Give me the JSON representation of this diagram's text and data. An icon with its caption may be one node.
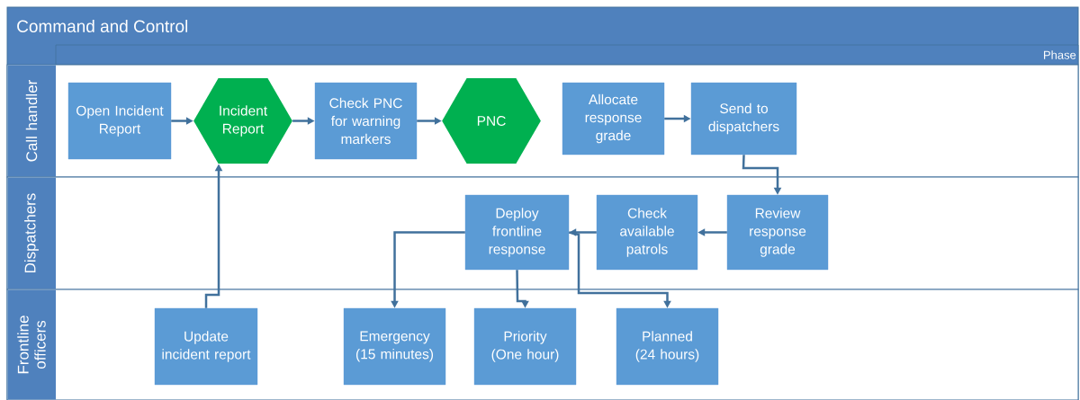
{
  "diagram": {
    "nodes": [
      {
        "text": [
          "Command and Control"
        ]
      },
      {
        "text": [
          "Phase"
        ],
        "in": 0
      },
      {
        "text": [
          "Call handler"
        ],
        "in": 0
      },
      {
        "text": [
          "Dispatchers"
        ],
        "in": 0
      },
      {
        "text": [
          "Frontline officers"
        ],
        "in": 0
      },
      {
        "text": [
          "Open Incident Report"
        ],
        "in": 2
      },
      {
        "text": [
          "Incident Report"
        ],
        "in": 2
      },
      {
        "text": [
          "Check PNC for warning markers"
        ],
        "in": 2
      },
      {
        "text": [
          "PNC"
        ],
        "in": 2
      },
      {
        "text": [
          "Allocate response grade"
        ],
        "in": 2
      },
      {
        "text": [
          "Send to dispatchers"
        ],
        "in": 2
      },
      {
        "text": [
          "Deploy frontline response"
        ],
        "in": 3
      },
      {
        "text": [
          "Check available patrols"
        ],
        "in": 3
      },
      {
        "text": [
          "Review response grade"
        ],
        "in": 3
      },
      {
        "text": [
          "Update incident report"
        ],
        "in": 4
      },
      {
        "text": [
          "Emergency (15 minutes)"
        ],
        "in": 4
      },
      {
        "text": [
          "Priority (One hour)"
        ],
        "in": 4
      },
      {
        "text": [
          "Planned (24 hours)"
        ],
        "in": 4
      }
    ],
    "edges": [
      {
        "from": 5,
        "to": 6,
        "arrow": "to"
      },
      {
        "from": 6,
        "to": 7,
        "arrow": "to"
      },
      {
        "from": 7,
        "to": 8,
        "arrow": "to"
      },
      {
        "from": 9,
        "to": 10,
        "arrow": "to"
      },
      {
        "from": 10,
        "to": 13,
        "arrow": "to"
      },
      {
        "from": 13,
        "to": 12,
        "arrow": "to"
      },
      {
        "from": 12,
        "to": 11,
        "arrow": "to"
      },
      {
        "from": 11,
        "to": 15,
        "arrow": "to"
      },
      {
        "from": 11,
        "to": 16,
        "arrow": "to"
      },
      {
        "from": 11,
        "to": 17,
        "arrow": "to"
      },
      {
        "from": 14,
        "to": 6,
        "arrow": "to"
      }
    ]
  }
}
